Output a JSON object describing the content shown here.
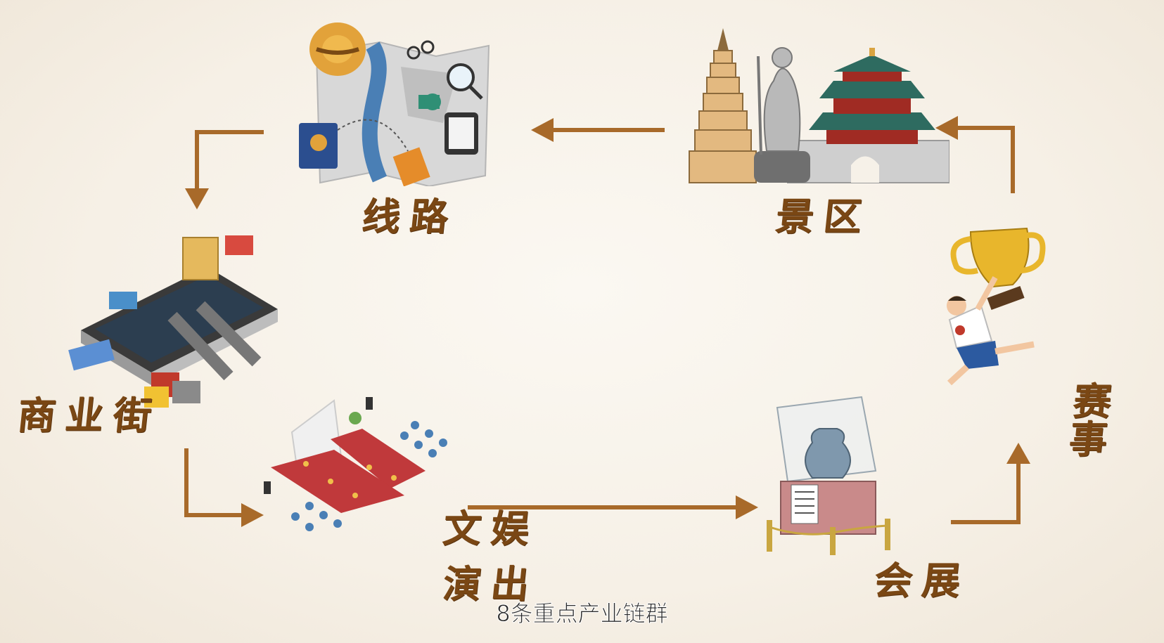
{
  "nodes": {
    "route": "线路",
    "scenic": "景区",
    "street": "商业街",
    "ent_line1": "文娱",
    "ent_line2": "演出",
    "expo": "会展",
    "event": "赛事"
  },
  "caption": "8条重点产业链群",
  "colors": {
    "arrow": "#a86a2a",
    "label": "#7a4714"
  },
  "icons": {
    "route": "travel-map-icon",
    "scenic": "pagoda-landmark-icon",
    "street": "shopping-mall-phone-icon",
    "entertainment": "red-carpet-show-icon",
    "expo": "vase-exhibit-icon",
    "event": "trophy-athlete-icon"
  }
}
